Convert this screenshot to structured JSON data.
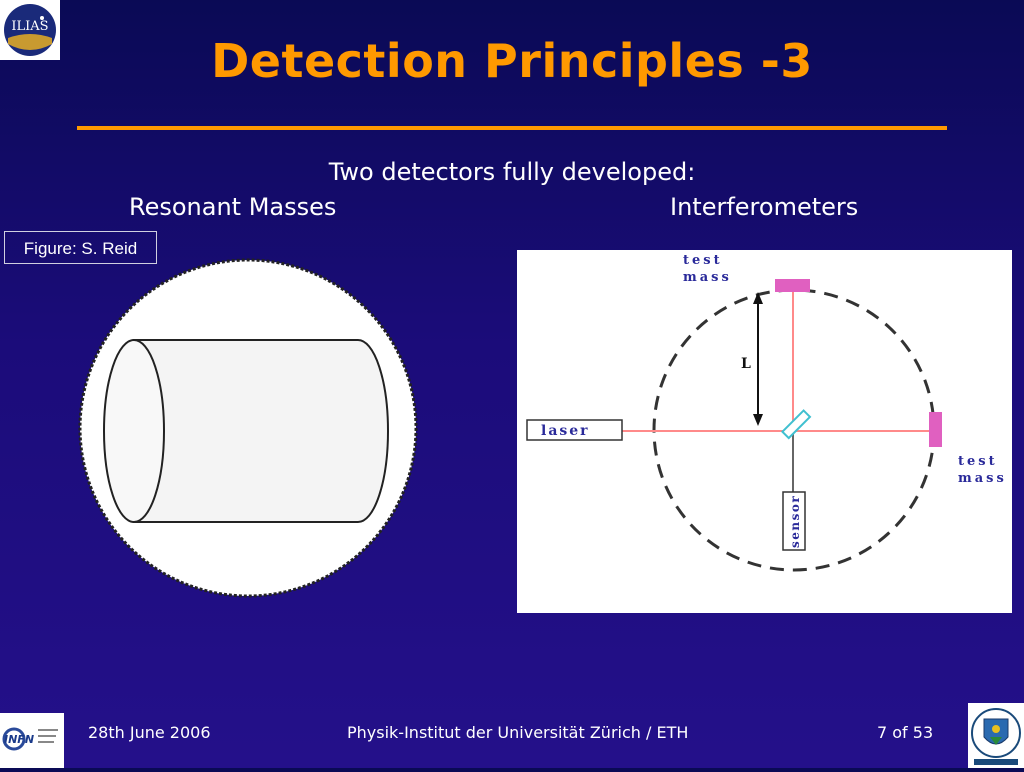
{
  "slide": {
    "title": "Detection Principles -3",
    "subtitle": "Two detectors fully developed:",
    "left_label": "Resonant Masses",
    "right_label": "Interferometers",
    "credit": "Figure: S. Reid"
  },
  "diagram": {
    "test_mass_top": [
      "test",
      "mass"
    ],
    "test_mass_right": [
      "test",
      "mass"
    ],
    "arm_label": "L",
    "laser_label": "laser",
    "sensor_label": "sensor"
  },
  "footer": {
    "date": "28th June 2006",
    "institute": "Physik-Institut der Universität Zürich / ETH",
    "page": "7 of 53"
  },
  "logos": {
    "top_left": "ILIAS",
    "bottom_left": "INFN"
  },
  "colors": {
    "title": "#ff9900",
    "laser_beam": "#ff8a8a",
    "test_mass": "#e060c0",
    "beam_splitter": "#40c0d0",
    "diagram_text": "#2a2a9a"
  }
}
